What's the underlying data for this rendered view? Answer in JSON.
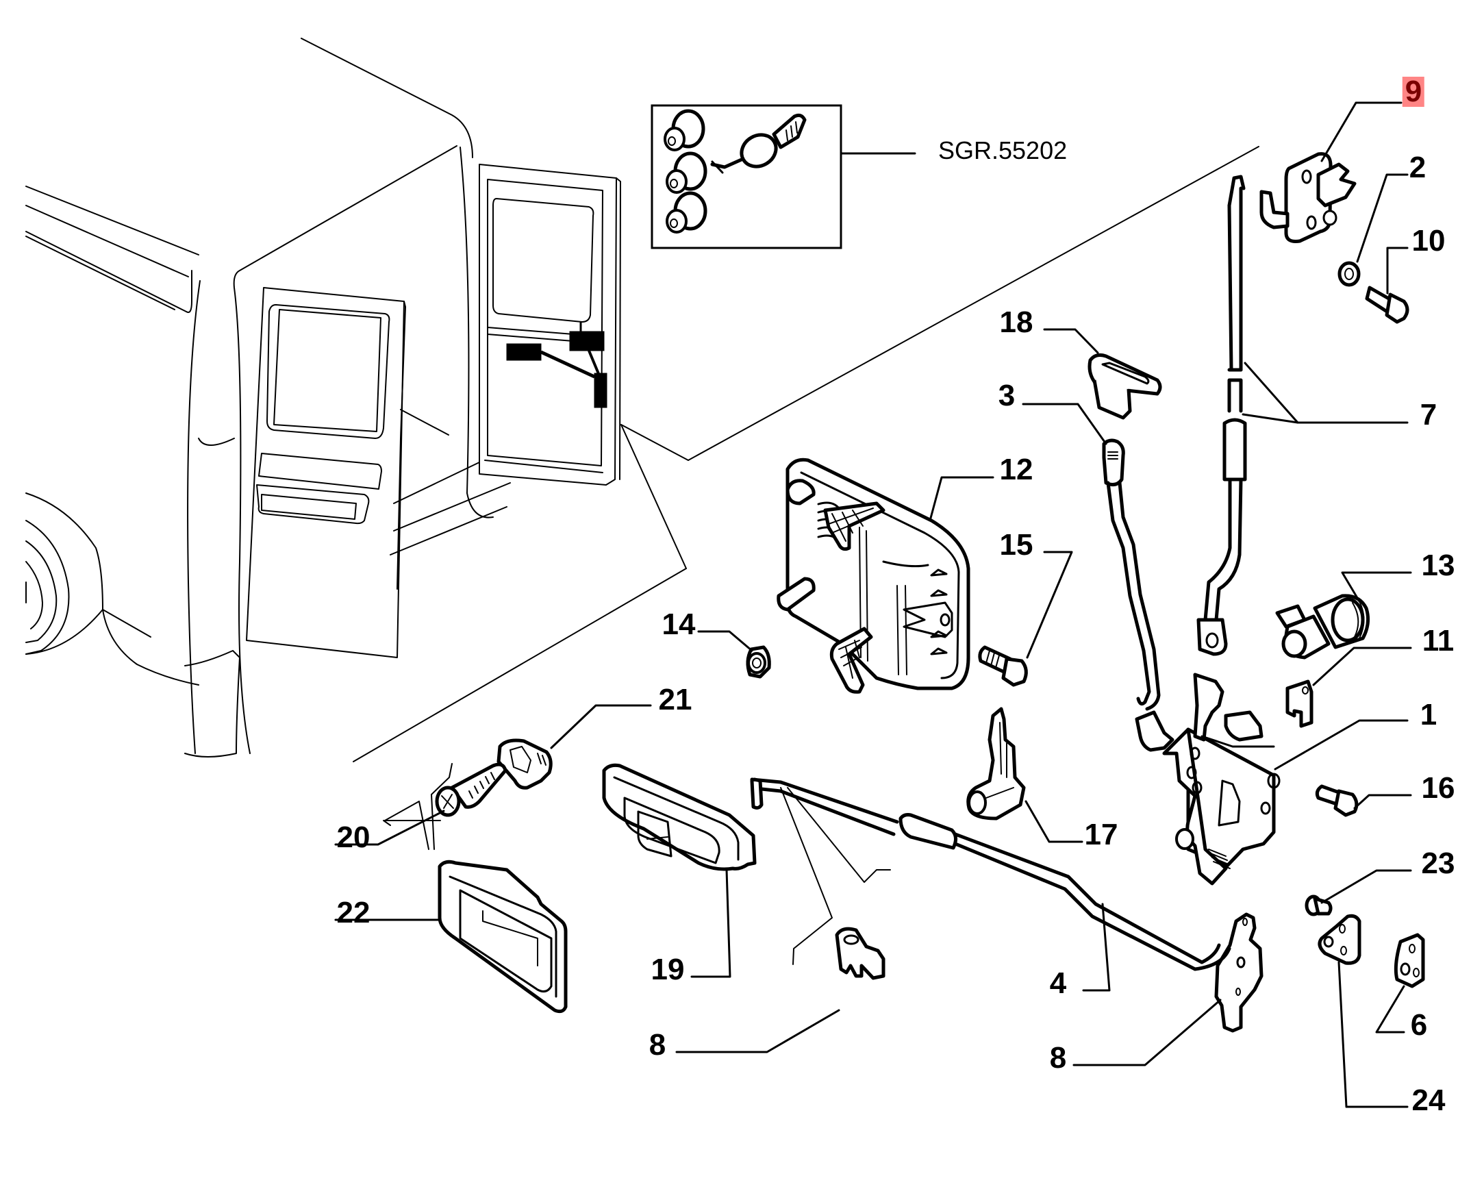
{
  "diagram": {
    "type": "exploded parts diagram",
    "subject": "van rear door lock and handle assembly",
    "highlight_color": "#ff8585",
    "highlight_text_color": "#7a0000",
    "kit_reference": {
      "label": "SGR.55202",
      "contents": [
        "lock cylinder",
        "lock cylinder",
        "lock cylinder",
        "key"
      ]
    },
    "callouts": [
      {
        "id": "c9",
        "number": "9",
        "highlighted": true,
        "part": "striker plate"
      },
      {
        "id": "c2",
        "number": "2",
        "highlighted": false,
        "part": "washer"
      },
      {
        "id": "c10",
        "number": "10",
        "highlighted": false,
        "part": "bolt"
      },
      {
        "id": "c18",
        "number": "18",
        "highlighted": false,
        "part": "rod guide clip"
      },
      {
        "id": "c3",
        "number": "3",
        "highlighted": false,
        "part": "control rod with boot"
      },
      {
        "id": "c7",
        "number": "7",
        "highlighted": false,
        "part": "upper rod"
      },
      {
        "id": "c12",
        "number": "12",
        "highlighted": false,
        "part": "inner handle"
      },
      {
        "id": "c15",
        "number": "15",
        "highlighted": false,
        "part": "bolt"
      },
      {
        "id": "c13",
        "number": "13",
        "highlighted": false,
        "part": "lock cylinder"
      },
      {
        "id": "c14",
        "number": "14",
        "highlighted": false,
        "part": "nut"
      },
      {
        "id": "c11",
        "number": "11",
        "highlighted": false,
        "part": "retaining clip"
      },
      {
        "id": "c21",
        "number": "21",
        "highlighted": false,
        "part": "clip"
      },
      {
        "id": "c1",
        "number": "1",
        "highlighted": false,
        "part": "door lock"
      },
      {
        "id": "c16",
        "number": "16",
        "highlighted": false,
        "part": "bolt"
      },
      {
        "id": "c20",
        "number": "20",
        "highlighted": false,
        "part": "screw"
      },
      {
        "id": "c17",
        "number": "17",
        "highlighted": false,
        "part": "rod clip"
      },
      {
        "id": "c23",
        "number": "23",
        "highlighted": false,
        "part": "pin"
      },
      {
        "id": "c22",
        "number": "22",
        "highlighted": false,
        "part": "handle bezel"
      },
      {
        "id": "c19",
        "number": "19",
        "highlighted": false,
        "part": "outer handle"
      },
      {
        "id": "c4",
        "number": "4",
        "highlighted": false,
        "part": "lower rod"
      },
      {
        "id": "c6",
        "number": "6",
        "highlighted": false,
        "part": "plate"
      },
      {
        "id": "c8a",
        "number": "8",
        "highlighted": false,
        "part": "rod clip"
      },
      {
        "id": "c8b",
        "number": "8",
        "highlighted": false,
        "part": "door lock actuator"
      },
      {
        "id": "c24",
        "number": "24",
        "highlighted": false,
        "part": "hinge bracket"
      }
    ]
  }
}
